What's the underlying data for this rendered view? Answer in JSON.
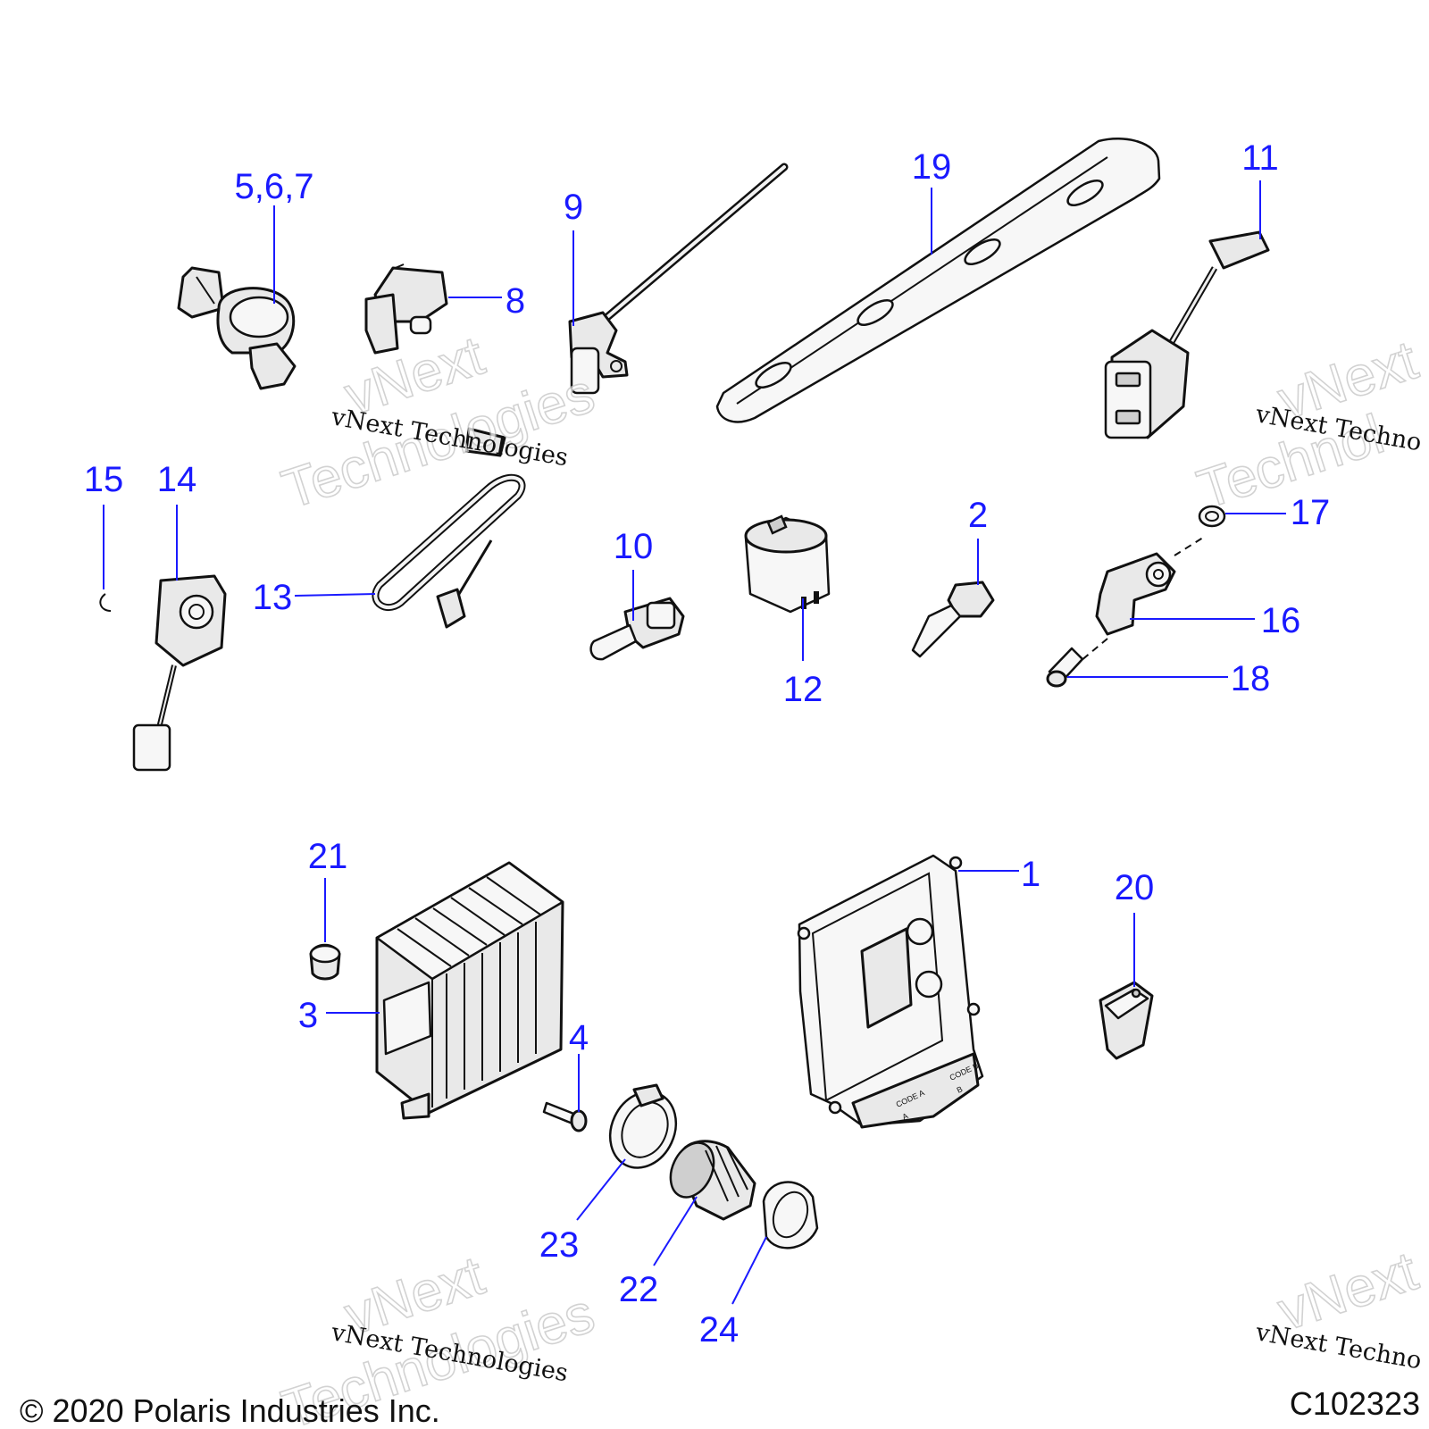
{
  "callouts": [
    {
      "label": "5,6,7"
    },
    {
      "label": "8"
    },
    {
      "label": "9"
    },
    {
      "label": "19"
    },
    {
      "label": "11"
    },
    {
      "label": "15"
    },
    {
      "label": "14"
    },
    {
      "label": "13"
    },
    {
      "label": "10"
    },
    {
      "label": "12"
    },
    {
      "label": "2"
    },
    {
      "label": "17"
    },
    {
      "label": "16"
    },
    {
      "label": "18"
    },
    {
      "label": "21"
    },
    {
      "label": "3"
    },
    {
      "label": "4"
    },
    {
      "label": "1"
    },
    {
      "label": "20"
    },
    {
      "label": "23"
    },
    {
      "label": "22"
    },
    {
      "label": "24"
    }
  ],
  "watermark": {
    "big_word_1": "vNext",
    "big_word_2": "Technologies",
    "small": "vNext Technologies",
    "small_cut": "vNext Techno",
    "big_cut_1": "vNext",
    "big_cut_2": "Technol"
  },
  "ecu_text": {
    "code_a": "CODE A",
    "code_b": "CODE B",
    "letter_a": "A",
    "letter_b": "B"
  },
  "footer": {
    "copyright": "© 2020 Polaris Industries Inc.",
    "figure_code": "C102323"
  }
}
